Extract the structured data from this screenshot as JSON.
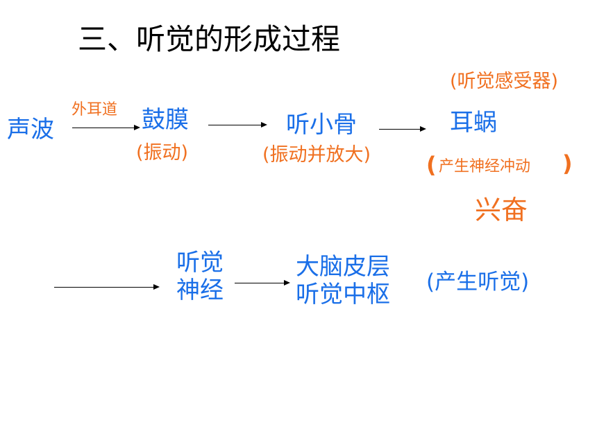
{
  "title": "三、听觉的形成过程",
  "nodes": {
    "sound_wave": "声波",
    "ear_canal": "外耳道",
    "eardrum": "鼓膜",
    "eardrum_note": "(振动)",
    "ossicles": "听小骨",
    "ossicles_note": "(振动并放大)",
    "cochlea_receptor_note": "(听觉感受器)",
    "cochlea": "耳蜗",
    "cochlea_paren_open": "(",
    "cochlea_impulse_note": "产生神经冲动",
    "cochlea_paren_close": ")",
    "excitation": "兴奋",
    "auditory_nerve_line1": "听觉",
    "auditory_nerve_line2": "神经",
    "cortex_line1": "大脑皮层",
    "cortex_line2": "听觉中枢",
    "hearing_note": "(产生听觉)"
  },
  "colors": {
    "node": "#1a6fe8",
    "note": "#f07020",
    "title": "#000000"
  }
}
